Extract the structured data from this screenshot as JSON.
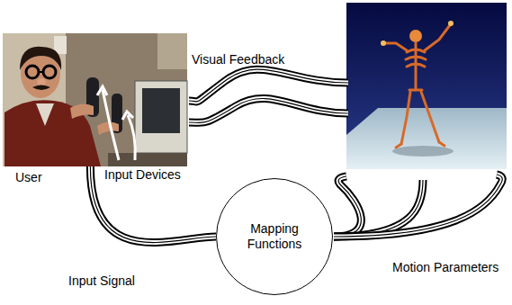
{
  "diagram": {
    "nodes": [
      {
        "text": [
          "User"
        ]
      },
      {
        "text": [
          "Mapping Functions"
        ]
      }
    ],
    "edges": [
      {
        "from": 0,
        "to": 1,
        "arrow": "none",
        "label": "Input Signal"
      }
    ],
    "labels": [
      "Visual Feedback",
      "Input Devices",
      "Motion Parameters"
    ]
  }
}
